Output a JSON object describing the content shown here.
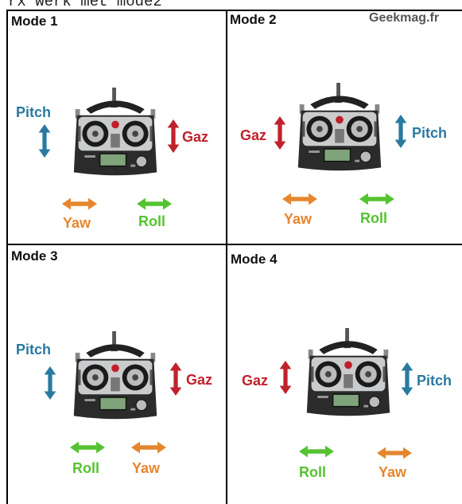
{
  "caption": "rx werk met mode2",
  "brand": "Geekmag.fr",
  "labels": {
    "pitch": "Pitch",
    "gaz": "Gaz",
    "yaw": "Yaw",
    "roll": "Roll"
  },
  "modes": [
    {
      "title": "Mode 1"
    },
    {
      "title": "Mode 2"
    },
    {
      "title": "Mode 3"
    },
    {
      "title": "Mode 4"
    }
  ],
  "colors": {
    "pitch": "#2a7aa0",
    "gaz": "#c0222b",
    "yaw": "#e5862e",
    "roll": "#55c331"
  },
  "icons": [
    "rc-transmitter-icon",
    "vertical-arrow-icon",
    "horizontal-arrow-icon"
  ]
}
